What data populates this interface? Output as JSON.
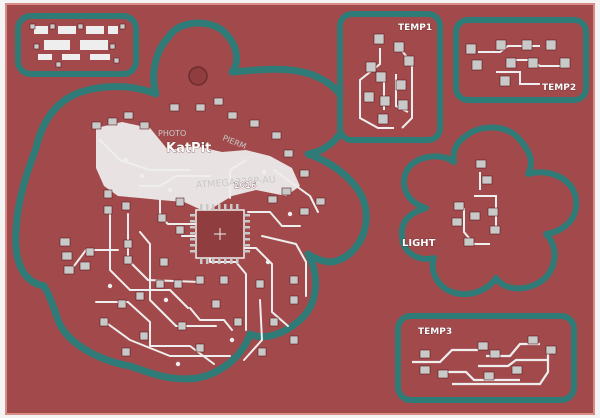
{
  "board": {
    "colors": {
      "background": "#f4f4f4",
      "frame": "#d98c86",
      "copper": "#a24a4b",
      "outline": "#2f7b78",
      "pad": "#c9c9c9",
      "trace": "#eeeeee",
      "silk": "#ffffff"
    },
    "labels": {
      "temp1": "TEMP1",
      "temp2": "TEMP2",
      "temp3": "TEMP3",
      "light": "LIGHT",
      "katpit": "KatPit",
      "year": "2016",
      "photo": "PHOTO",
      "pierm": "PIERM",
      "atmega": "ATMEGA328P-AU"
    },
    "icons": {
      "mounting_hole": "mounting-hole-icon",
      "microcontroller": "ic-chip-icon"
    }
  }
}
